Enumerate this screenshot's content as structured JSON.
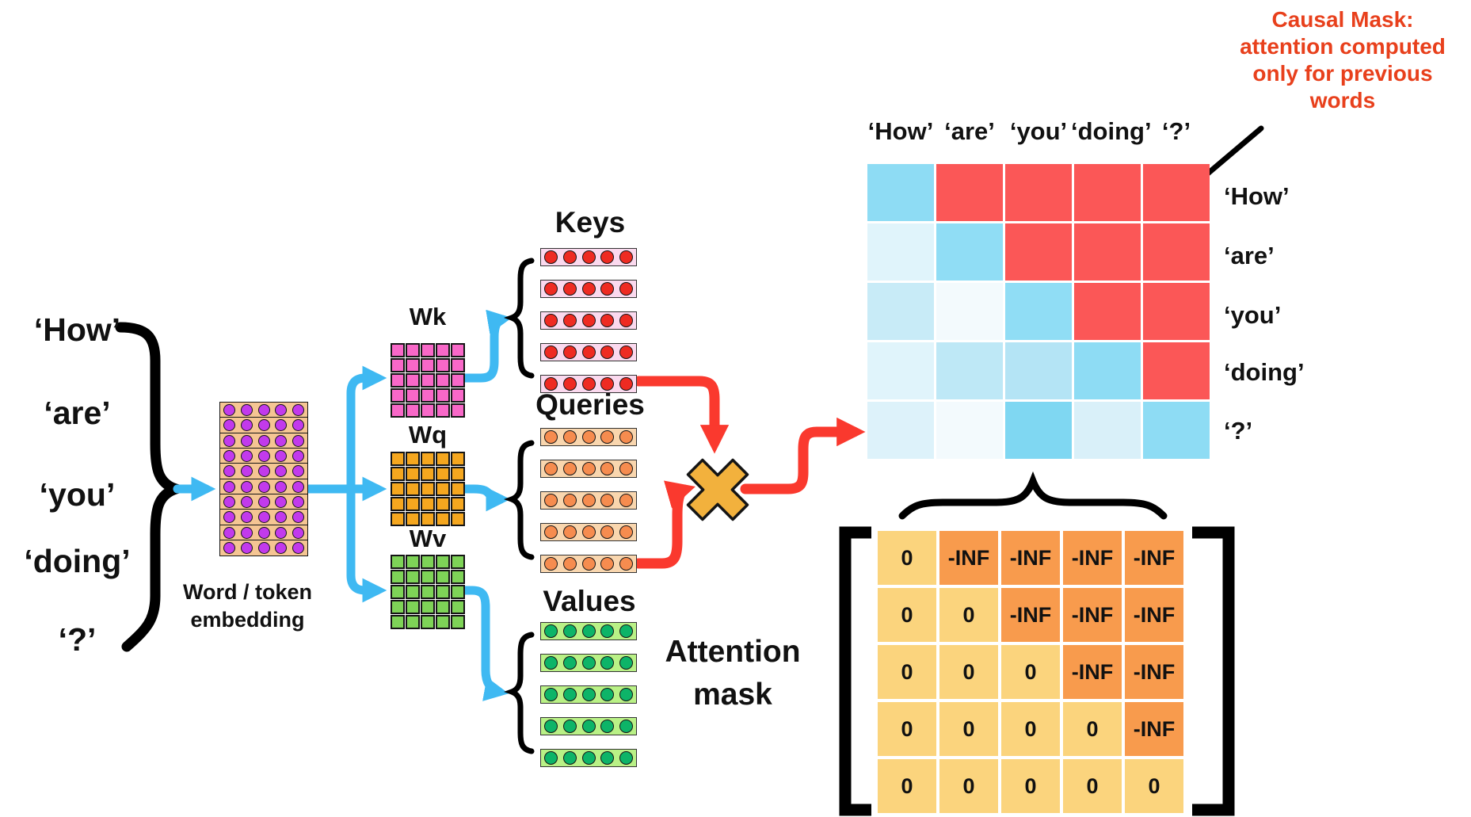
{
  "tokens": [
    "‘How’",
    "‘are’",
    "‘you’",
    "‘doing’",
    "‘?’"
  ],
  "embedding": {
    "label": [
      "Word / token",
      "embedding"
    ],
    "rows": 10,
    "cols": 5,
    "bg_color": "#F5C593",
    "circle_color": "#C23AEC"
  },
  "weights": {
    "wk": {
      "label": "Wk",
      "color": "#F868C8"
    },
    "wq": {
      "label": "Wq",
      "color": "#F5A71F"
    },
    "wv": {
      "label": "Wv",
      "color": "#7ED357"
    }
  },
  "projections": {
    "keys": {
      "label": "Keys",
      "rows": 5,
      "cols": 5,
      "bg_color": "#FBD9EE",
      "circle_color": "#EE2B22"
    },
    "queries": {
      "label": "Queries",
      "rows": 5,
      "cols": 5,
      "bg_color": "#F9D6AE",
      "circle_color": "#F68C4F"
    },
    "values": {
      "label": "Values",
      "rows": 5,
      "cols": 5,
      "bg_color": "#B9F186",
      "circle_color": "#0DB468"
    }
  },
  "multiply": {
    "color": "#F2B13D"
  },
  "attention_matrix": {
    "col_labels": [
      "‘How’",
      "‘are’",
      "‘you’",
      "‘doing’",
      "‘?’"
    ],
    "row_labels": [
      "‘How’",
      "‘are’",
      "‘you’",
      "‘doing’",
      "‘?’"
    ],
    "masked_color": "#FB5757",
    "cell_colors": [
      [
        "#8EDCF4",
        "#FB5757",
        "#FB5757",
        "#FB5757",
        "#FB5757"
      ],
      [
        "#E0F4FB",
        "#90DDF5",
        "#FB5757",
        "#FB5757",
        "#FB5757"
      ],
      [
        "#C8EBF7",
        "#F3FAFD",
        "#90DDF5",
        "#FB5757",
        "#FB5757"
      ],
      [
        "#E0F4FB",
        "#BEE8F6",
        "#B4E4F5",
        "#8EDCF4",
        "#FB5757"
      ],
      [
        "#DDF2FA",
        "#F3FAFD",
        "#7FD7F2",
        "#D9F0F9",
        "#8EDCF4"
      ]
    ]
  },
  "causal_note": {
    "lines": [
      "Causal Mask:",
      "attention computed",
      "only for previous",
      "words"
    ],
    "color": "#E8401C"
  },
  "mask_matrix": {
    "label": [
      "Attention",
      "mask"
    ],
    "values": [
      [
        "0",
        "-INF",
        "-INF",
        "-INF",
        "-INF"
      ],
      [
        "0",
        "0",
        "-INF",
        "-INF",
        "-INF"
      ],
      [
        "0",
        "0",
        "0",
        "-INF",
        "-INF"
      ],
      [
        "0",
        "0",
        "0",
        "0",
        "-INF"
      ],
      [
        "0",
        "0",
        "0",
        "0",
        "0"
      ]
    ],
    "zero_color": "#FBD47D",
    "inf_color": "#F89B4D"
  },
  "connector_colors": {
    "blue": "#3FB9F2",
    "red": "#FA392E",
    "black": "#000000"
  }
}
